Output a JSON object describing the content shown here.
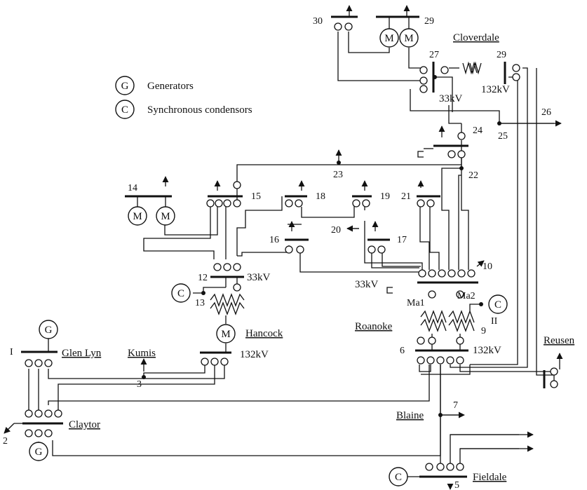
{
  "legend": {
    "g_symbol": "G",
    "g_text": "Generators",
    "c_symbol": "C",
    "c_text": "Synchronous condensors"
  },
  "symbols": {
    "generator": "G",
    "condenser": "C",
    "motor": "M"
  },
  "buses": {
    "b1": "I",
    "b2": "2",
    "b3": "3",
    "b5": "5",
    "b6": "6",
    "b7": "7",
    "b9": "9",
    "b10": "10",
    "b11": "II",
    "b12": "12",
    "b13": "13",
    "b14": "14",
    "b15": "15",
    "b16": "16",
    "b17": "17",
    "b18": "18",
    "b19": "19",
    "b20": "20",
    "b21": "21",
    "b22": "22",
    "b23": "23",
    "b24": "24",
    "b25": "25",
    "b26": "26",
    "b27": "27",
    "b29a": "29",
    "b29b": "29",
    "b30": "30"
  },
  "places": {
    "glen_lyn": "Glen Lyn",
    "kumis": "Kumis",
    "claytor": "Claytor",
    "hancock": "Hancock",
    "roanoke": "Roanoke",
    "blaine": "Blaine",
    "fieldale": "Fieldale",
    "reusen": "Reusen",
    "cloverdale": "Cloverdale"
  },
  "voltages": {
    "v33_12": "33kV",
    "v132_hancock": "132kV",
    "v33_roanoke": "33kV",
    "v132_roanoke": "132kV",
    "v33_27": "33kV",
    "v132_29": "132kV"
  },
  "transformers": {
    "ma1": "Ma1",
    "ma2": "Ma2"
  }
}
